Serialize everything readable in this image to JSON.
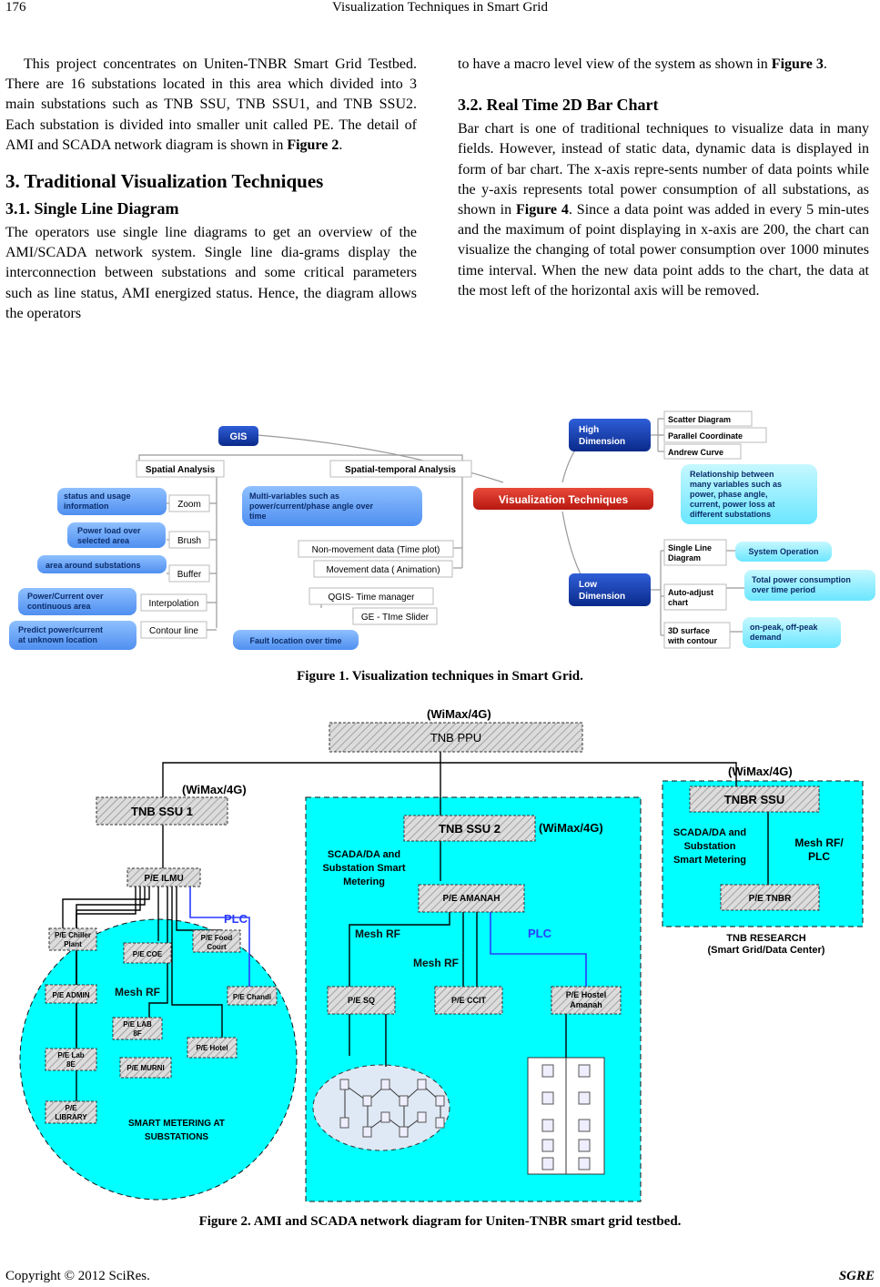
{
  "header": {
    "page_number": "176",
    "running_title": "Visualization Techniques in Smart Grid"
  },
  "left_column": {
    "p1_a": "This project concentrates on Uniten-TNBR Smart Grid Testbed. There are 16 substations located in this area which divided into 3 main substations such as TNB SSU, TNB SSU1, and TNB SSU2. Each substation is divided into smaller unit called PE. The detail of AMI and SCADA network diagram is shown in ",
    "p1_ref": "Figure 2",
    "p1_b": ".",
    "h_sec3": "3. Traditional Visualization Techniques",
    "h_sec31": "3.1. Single Line Diagram",
    "p2": "The operators use single line diagrams to get an overview of the AMI/SCADA network system. Single line dia-grams display the interconnection between substations and some critical parameters such as line status, AMI energized status. Hence, the diagram allows the operators"
  },
  "right_column": {
    "p1_a": "to have a macro level view of the system as shown in ",
    "p1_ref": "Figure 3",
    "p1_b": ".",
    "h_sec32": "3.2. Real Time 2D Bar Chart",
    "p2_a": "Bar chart is one of traditional techniques to visualize data in many fields. However, instead of static data, dynamic data is displayed in form of bar chart. The x-axis repre-sents number of data points while the y-axis represents total power consumption of all substations, as shown in ",
    "p2_ref": "Figure 4",
    "p2_b": ". Since a data point was added in every 5 min-utes and the maximum of point displaying in x-axis are 200, the chart can visualize the changing of total power consumption over 1000 minutes time interval. When the new data point adds to the chart, the data at the most left of the horizontal axis will be removed."
  },
  "figure1": {
    "caption": "Figure 1. Visualization techniques in Smart Grid.",
    "center": "Visualization Techniques",
    "gis": "GIS",
    "spatial": "Spatial Analysis",
    "spatiotemporal": "Spatial-temporal Analysis",
    "zoom": "Zoom",
    "brush": "Brush",
    "buffer": "Buffer",
    "interpolation": "Interpolation",
    "contour": "Contour line",
    "zoom_note1": "status and usage",
    "zoom_note2": "information",
    "brush_note1": "Power load over",
    "brush_note2": "selected area",
    "buffer_note": "area around substations",
    "interp_note1": "Power/Current over",
    "interp_note2": "continuous area",
    "contour_note1": "Predict power/current",
    "contour_note2": "at unknown location",
    "multi1": "Multi-variables such as",
    "multi2": "power/current/phase angle over",
    "multi3": "time",
    "nonmove": "Non-movement data (Time plot)",
    "move": "Movement data ( Animation)",
    "qgis": "QGIS- Time manager",
    "ge": "GE - TIme Slider",
    "fault": "Fault location over time",
    "high1": "High",
    "high2": "Dimension",
    "scatter": "Scatter Diagram",
    "parallel": "Parallel Coordinate",
    "andrew": "Andrew Curve",
    "rel1": "Relationship between",
    "rel2": "many variables such as",
    "rel3": "power, phase angle,",
    "rel4": "current, power loss at",
    "rel5": "different substations",
    "low1": "Low",
    "low2": "Dimension",
    "sld1": "Single Line",
    "sld2": "Diagram",
    "sysop": "System Operation",
    "auto1": "Auto-adjust",
    "auto2": "chart",
    "total1": "Total power consumption",
    "total2": "over time period",
    "surf1": "3D surface",
    "surf2": "with contour",
    "peak1": "on-peak, off-peak",
    "peak2": "demand"
  },
  "figure2": {
    "caption": "Figure 2. AMI and SCADA network diagram for Uniten-TNBR smart grid testbed.",
    "wimax": "(WiMax/4G)",
    "ppu": "TNB PPU",
    "ssu1": "TNB SSU 1",
    "ssu2": "TNB SSU 2",
    "tnbr_ssu": "TNBR SSU",
    "scada_l1": "SCADA/DA and",
    "scada_l2": "Substation Smart",
    "scada_l3": "Metering",
    "scada_r1": "SCADA/DA and",
    "scada_r2": "Substation",
    "scada_r3": "Smart Metering",
    "meshplc1": "Mesh RF/",
    "meshplc2": "PLC",
    "pe_tnbr": "P/E TNBR",
    "research1": "TNB RESEARCH",
    "research2": "(Smart Grid/Data Center)",
    "ilmu": "P/E ILMU",
    "plc": "PLC",
    "chiller1": "P/E Chiller",
    "chiller2": "Plant",
    "coe": "P/E COE",
    "food1": "P/E Food",
    "food2": "Court",
    "admin": "P/E ADMIN",
    "meshrf": "Mesh RF",
    "chandi": "P/E Chandi",
    "lab8f1": "P/E LAB",
    "lab8f2": "8F",
    "hotel": "P/E Hotel",
    "lab1": "P/E Lab",
    "lab2": "8E",
    "murni": "P/E MURNI",
    "lib1": "P/E",
    "lib2": "LIBRARY",
    "sm1": "SMART METERING AT",
    "sm2": "SUBSTATIONS",
    "amanah": "P/E AMANAH",
    "sq": "P/E SQ",
    "ccit": "P/E CCIT",
    "hostel1": "P/E Hostel",
    "hostel2": "Amanah"
  },
  "footer": {
    "copyright": "Copyright © 2012 SciRes.",
    "journal": "SGRE"
  }
}
